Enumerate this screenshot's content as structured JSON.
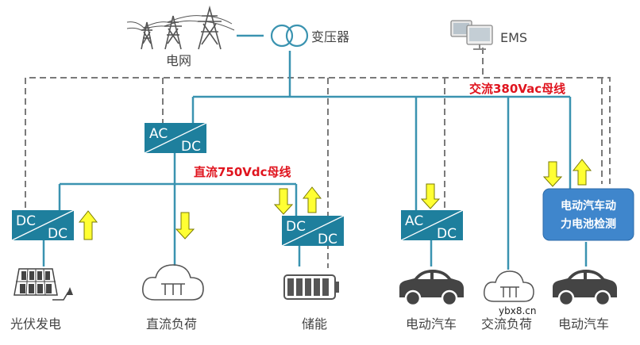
{
  "labels": {
    "grid": "电网",
    "transformer": "变压器",
    "ems": "EMS",
    "ac_bus": "交流380Vac母线",
    "dc_bus": "直流750Vdc母线",
    "pv": "光伏发电",
    "dc_load": "直流负荷",
    "storage": "储能",
    "ev_charging": "电动汽车",
    "ac_load": "交流负荷",
    "ev_test": "电动汽车"
  },
  "converters": {
    "main": {
      "top": "AC",
      "bottom": "DC"
    },
    "pv": {
      "top": "DC",
      "bottom": "DC"
    },
    "storage": {
      "top": "DC",
      "bottom": "DC"
    },
    "ev": {
      "top": "AC",
      "bottom": "DC"
    }
  },
  "battery_test": {
    "line1": "电动汽车动",
    "line2": "力电池检测"
  },
  "watermark": "ybx8.cn",
  "colors": {
    "bus_line": "#3a93b0",
    "converter": "#1e7f9d",
    "arrow": "#ffff33",
    "dashed": "#777777",
    "bus_label": "#e0141e",
    "test_box": "#3f86cc"
  }
}
